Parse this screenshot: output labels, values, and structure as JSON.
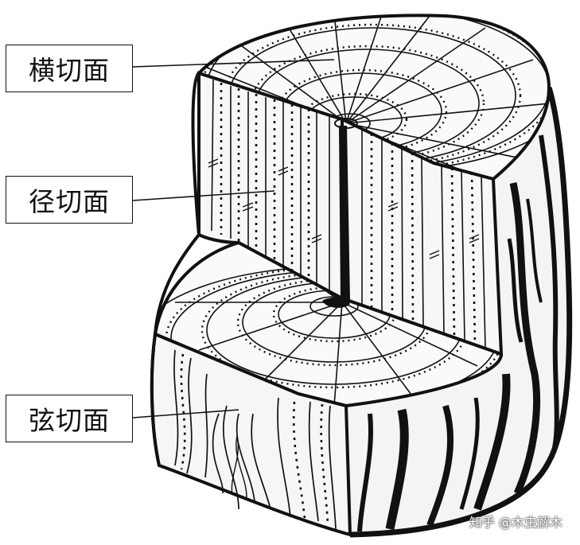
{
  "labels": {
    "cross_section": "横切面",
    "radial_section": "径切面",
    "tangential_section": "弦切面"
  },
  "watermark": "知乎 @木虫解木"
}
